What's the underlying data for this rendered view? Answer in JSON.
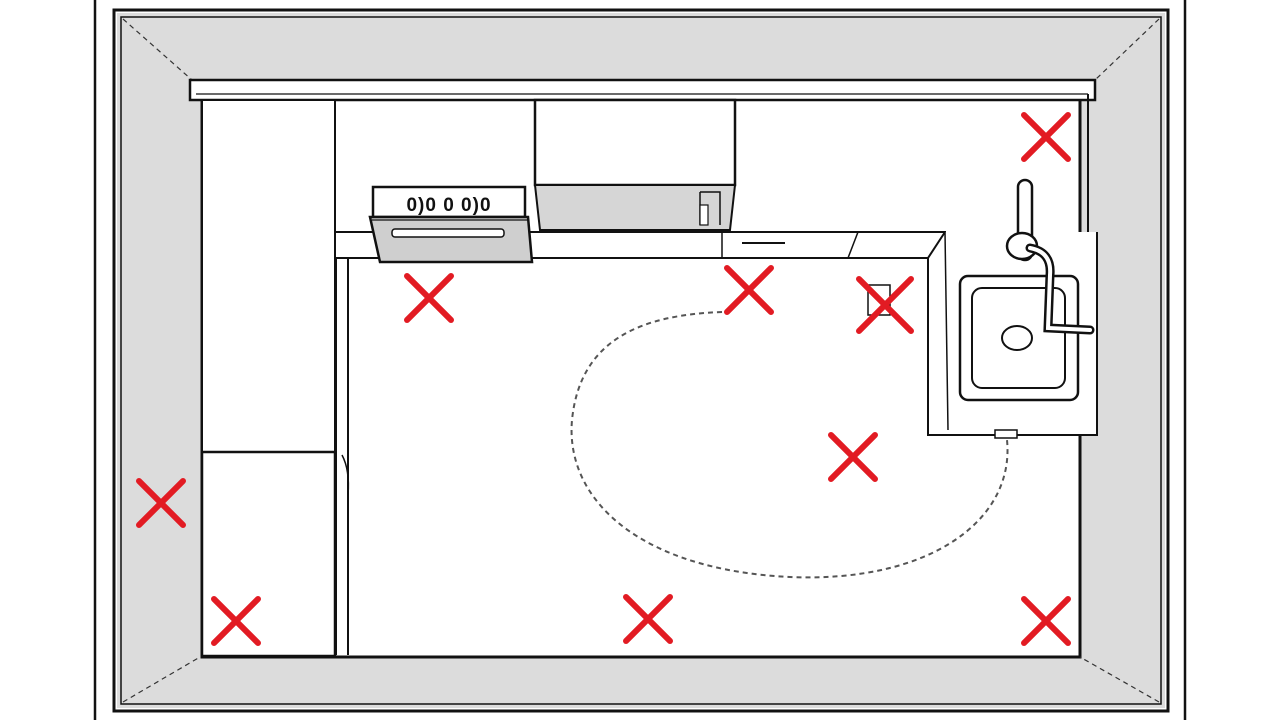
{
  "stove_knob_label": "0)0 0 0)0",
  "colors": {
    "ink": "#111111",
    "wall_fill": "#dcdcdc",
    "floor": "#ffffff",
    "appliance_fill": "#cfcfcf",
    "marker": "#e21b23",
    "path": "#555555"
  },
  "markers": [
    {
      "id": "top-right-corner"
    },
    {
      "id": "stove-front"
    },
    {
      "id": "counter-front-left"
    },
    {
      "id": "counter-front-right"
    },
    {
      "id": "sink-side-center"
    },
    {
      "id": "outer-left-wall"
    },
    {
      "id": "bottom-left-cabinet"
    },
    {
      "id": "bottom-center"
    },
    {
      "id": "bottom-right"
    }
  ],
  "icons": {
    "marker": "red-x-marker-icon",
    "faucet": "faucet-icon",
    "stove": "stove-icon",
    "range_hood": "range-hood-icon",
    "sink": "sink-icon"
  }
}
